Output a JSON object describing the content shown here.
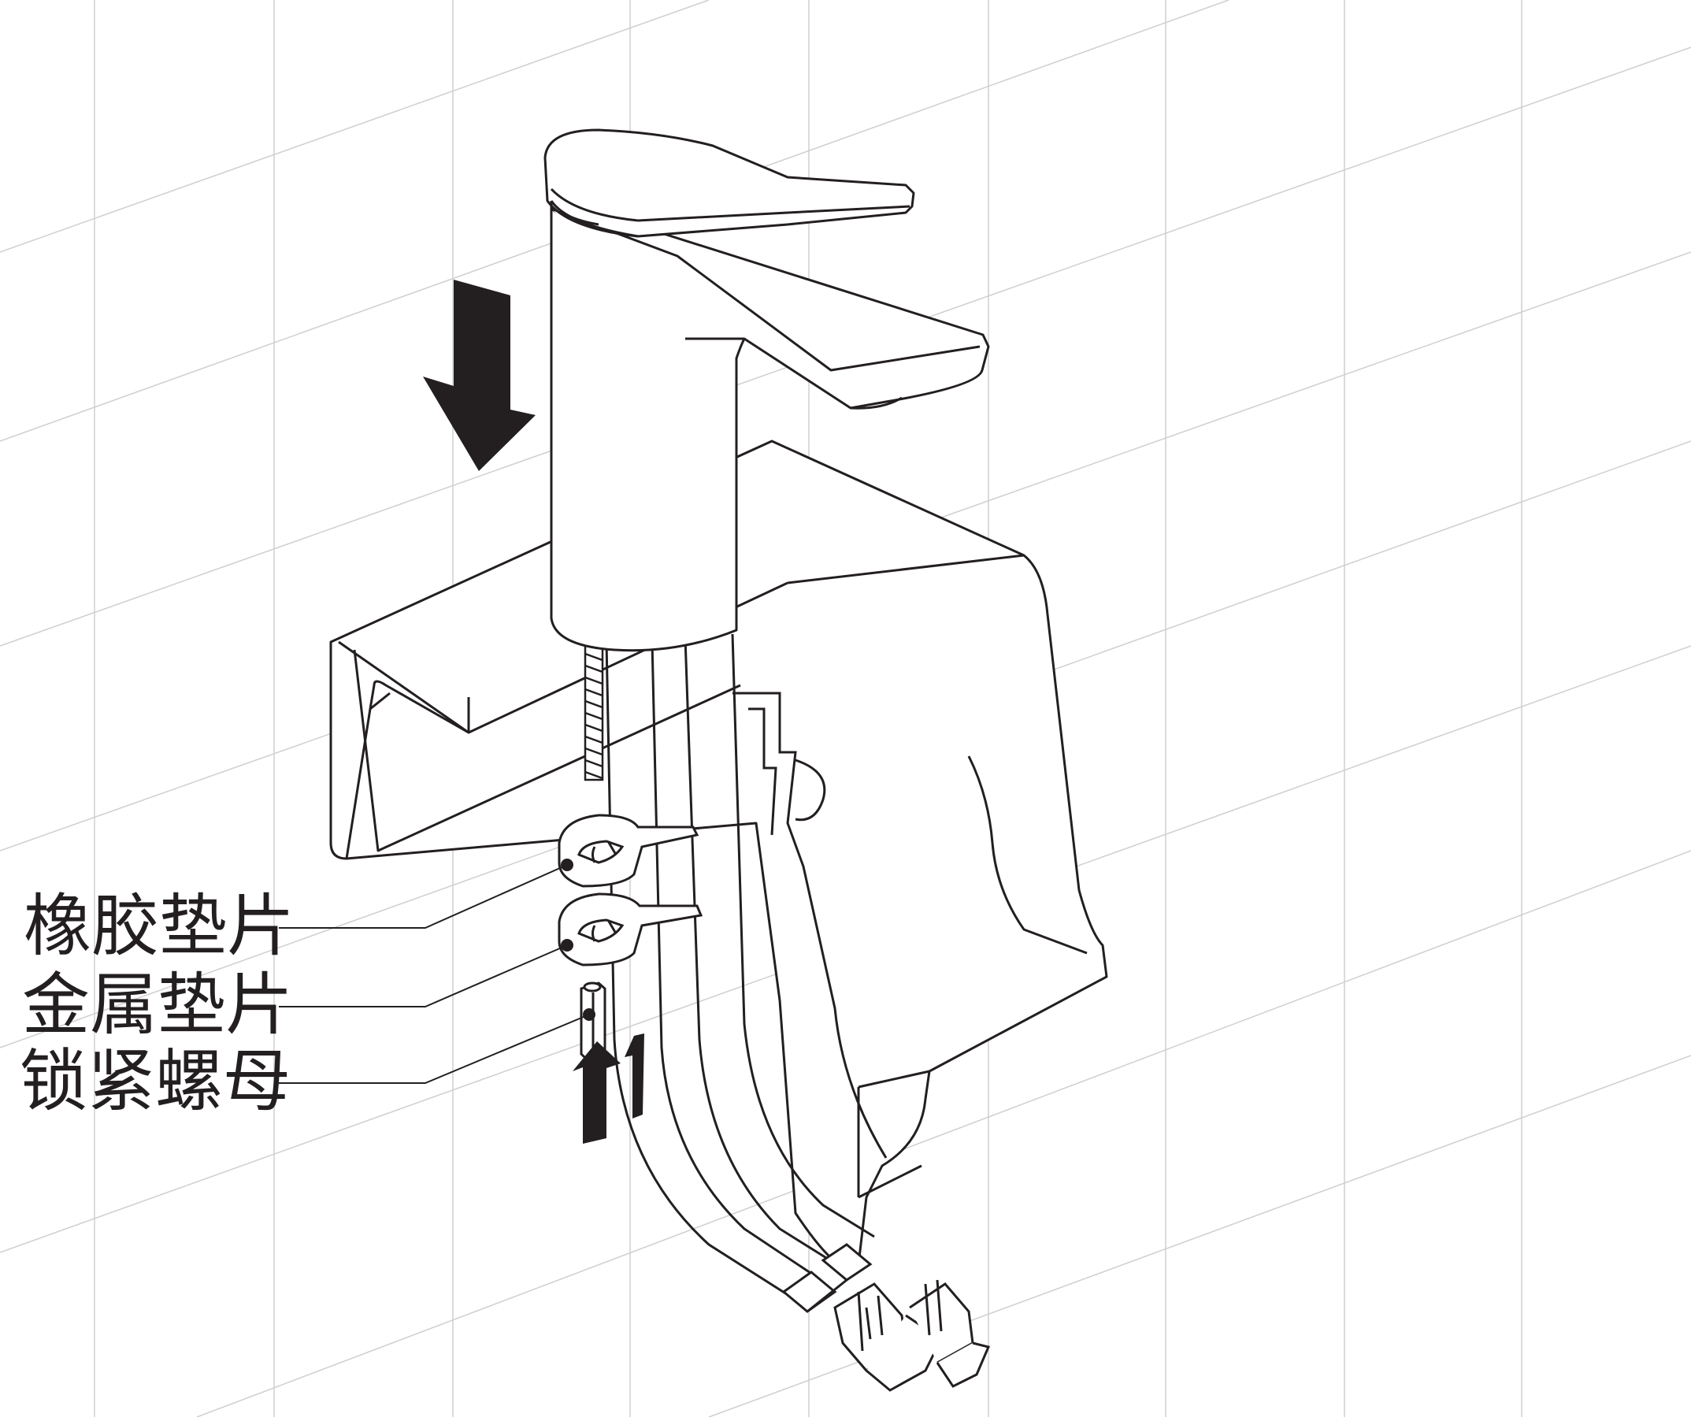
{
  "labels": {
    "rubber_washer": "橡胶垫片",
    "metal_washer": "金属垫片",
    "lock_nut": "锁紧螺母"
  },
  "colors": {
    "line": "#231f20",
    "arrow_fill": "#231f20",
    "grid": "#cfcfcf",
    "background": "#ffffff"
  }
}
